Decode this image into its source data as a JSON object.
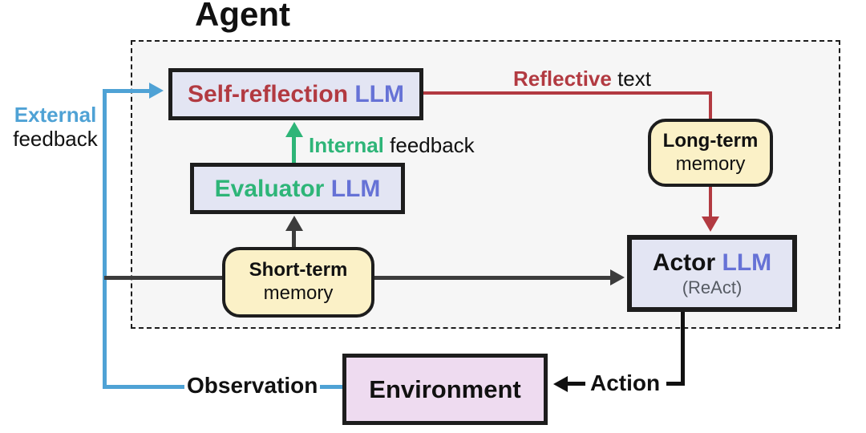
{
  "title": "Agent",
  "colors": {
    "agent_background": "#f6f6f6",
    "llm_box_fill": "#e3e5f3",
    "memory_box_fill": "#fbf1c7",
    "environment_fill": "#eedbf0",
    "red_accent": "#b23a41",
    "green_accent": "#2eb578",
    "blue_accent": "#4fa2d5",
    "llm_text": "#6672d6",
    "dark_line": "#3c3c3c",
    "border": "#1d1d1d"
  },
  "boxes": {
    "self_reflection": {
      "label_primary": "Self-reflection",
      "label_secondary": "LLM"
    },
    "evaluator": {
      "label_primary": "Evaluator",
      "label_secondary": "LLM"
    },
    "short_term_memory": {
      "line1": "Short-term",
      "line2": "memory"
    },
    "long_term_memory": {
      "line1": "Long-term",
      "line2": "memory"
    },
    "actor": {
      "label_primary": "Actor",
      "label_secondary": "LLM",
      "sublabel": "(ReAct)"
    },
    "environment": {
      "label": "Environment"
    }
  },
  "labels": {
    "external_feedback": {
      "word1": "External",
      "word2": "feedback"
    },
    "internal_feedback": {
      "word1": "Internal",
      "word2": " feedback"
    },
    "reflective_text": {
      "word1": "Reflective",
      "word2": " text"
    },
    "observation": "Observation",
    "action": "Action"
  }
}
